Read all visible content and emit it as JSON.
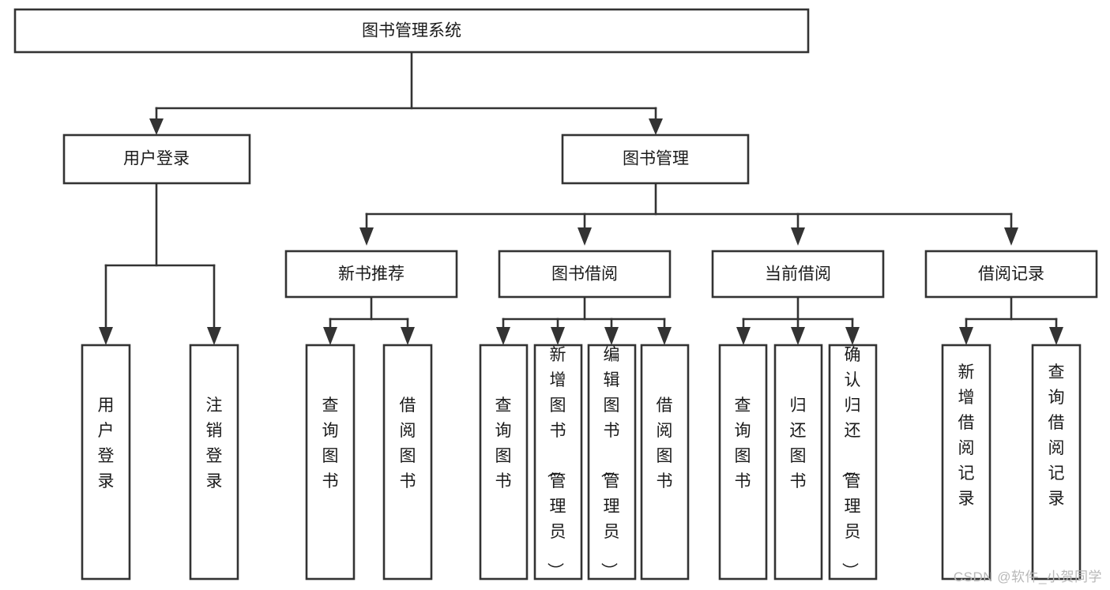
{
  "diagram": {
    "type": "tree",
    "title": "图书管理系统",
    "orientation": "top-down",
    "levels": 4,
    "colors": {
      "box_fill": "#ffffff",
      "box_stroke": "#333333",
      "text": "#1a1a1a",
      "watermark": "#b8b8b8"
    },
    "nodes": {
      "root": {
        "label": "图书管理系统",
        "level": 0,
        "orientation": "horizontal"
      },
      "l1": [
        {
          "label": "用户登录",
          "orientation": "horizontal"
        },
        {
          "label": "图书管理",
          "orientation": "horizontal"
        }
      ],
      "l2": [
        {
          "label": "新书推荐",
          "orientation": "horizontal"
        },
        {
          "label": "图书借阅",
          "orientation": "horizontal"
        },
        {
          "label": "当前借阅",
          "orientation": "horizontal"
        },
        {
          "label": "借阅记录",
          "orientation": "horizontal"
        }
      ],
      "leaves": {
        "user_login": [
          {
            "label": "用户登录",
            "orientation": "vertical"
          },
          {
            "label": "注销登录",
            "orientation": "vertical"
          }
        ],
        "new_book_recommend": [
          {
            "label": "查询图书",
            "orientation": "vertical"
          },
          {
            "label": "借阅图书",
            "orientation": "vertical"
          }
        ],
        "book_borrow": [
          {
            "label": "查询图书",
            "orientation": "vertical"
          },
          {
            "label": "新增图书（管理员）",
            "orientation": "vertical"
          },
          {
            "label": "编辑图书（管理员）",
            "orientation": "vertical"
          },
          {
            "label": "借阅图书",
            "orientation": "vertical"
          }
        ],
        "current_borrow": [
          {
            "label": "查询图书",
            "orientation": "vertical"
          },
          {
            "label": "归还图书",
            "orientation": "vertical"
          },
          {
            "label": "确认归还（管理员）",
            "orientation": "vertical"
          }
        ],
        "borrow_record": [
          {
            "label": "新增借阅记录",
            "orientation": "vertical"
          },
          {
            "label": "查询借阅记录",
            "orientation": "vertical"
          }
        ]
      }
    },
    "edges": [
      {
        "from": "图书管理系统",
        "to": "用户登录"
      },
      {
        "from": "图书管理系统",
        "to": "图书管理"
      },
      {
        "from": "图书管理",
        "to": "新书推荐"
      },
      {
        "from": "图书管理",
        "to": "图书借阅"
      },
      {
        "from": "图书管理",
        "to": "当前借阅"
      },
      {
        "from": "图书管理",
        "to": "借阅记录"
      },
      {
        "from": "用户登录",
        "to": "用户登录"
      },
      {
        "from": "用户登录",
        "to": "注销登录"
      },
      {
        "from": "新书推荐",
        "to": "查询图书"
      },
      {
        "from": "新书推荐",
        "to": "借阅图书"
      },
      {
        "from": "图书借阅",
        "to": "查询图书"
      },
      {
        "from": "图书借阅",
        "to": "新增图书（管理员）"
      },
      {
        "from": "图书借阅",
        "to": "编辑图书（管理员）"
      },
      {
        "from": "图书借阅",
        "to": "借阅图书"
      },
      {
        "from": "当前借阅",
        "to": "查询图书"
      },
      {
        "from": "当前借阅",
        "to": "归还图书"
      },
      {
        "from": "当前借阅",
        "to": "确认归还（管理员）"
      },
      {
        "from": "借阅记录",
        "to": "新增借阅记录"
      },
      {
        "from": "借阅记录",
        "to": "查询借阅记录"
      }
    ]
  },
  "watermark": {
    "text": "CSDN @软件_小贺同学"
  }
}
